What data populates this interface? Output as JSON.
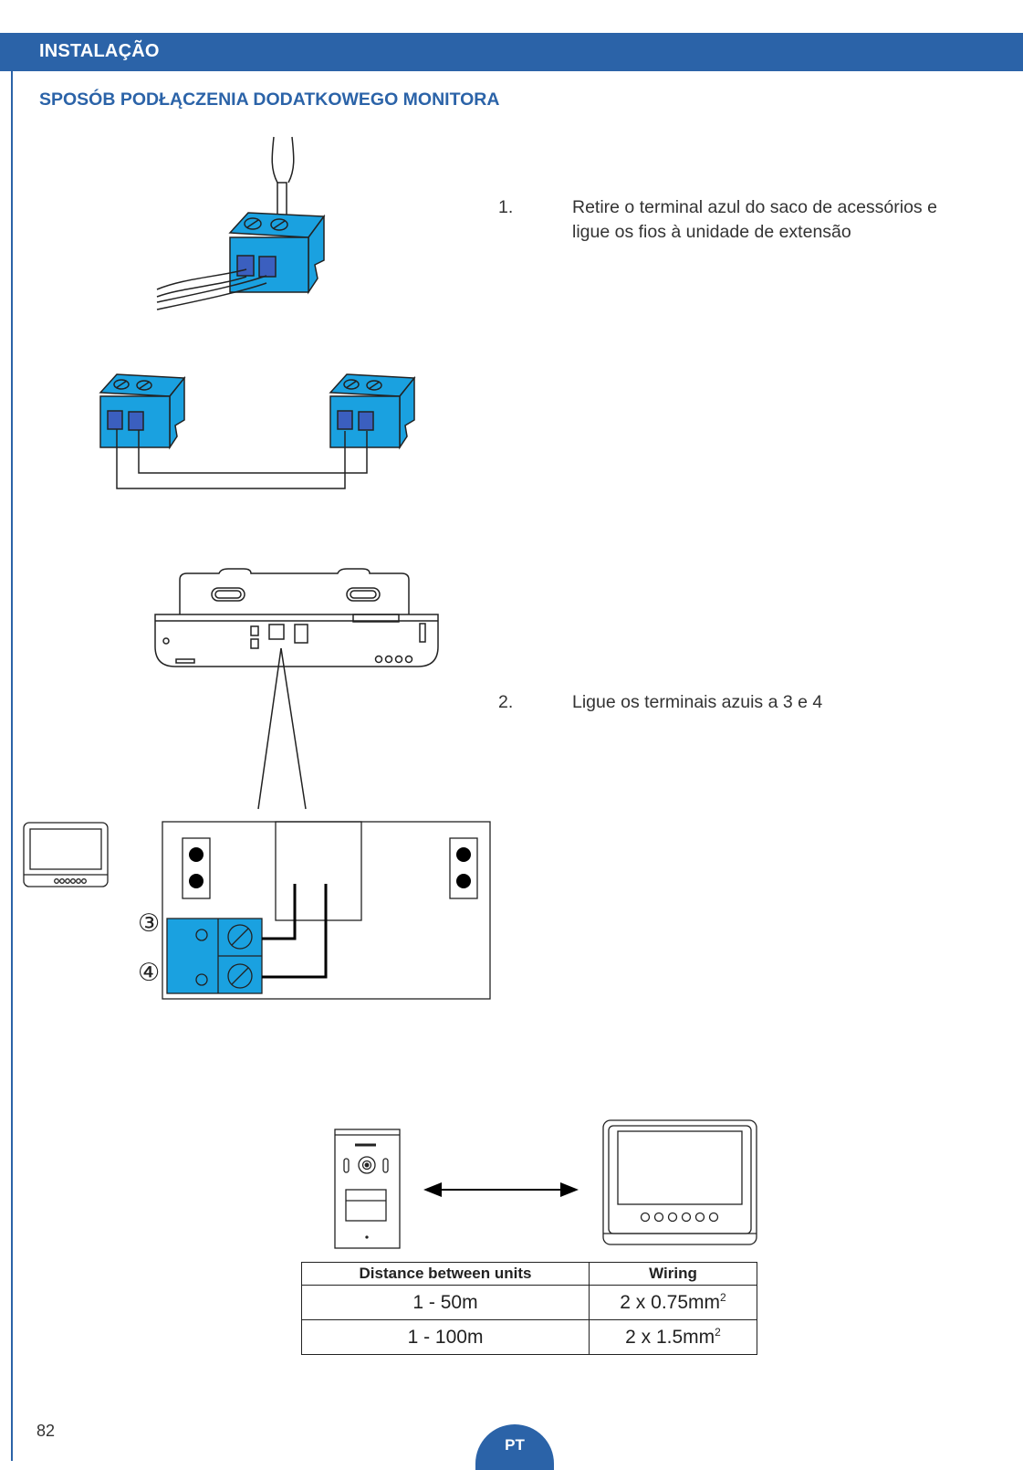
{
  "header": {
    "title": "INSTALAÇÃO"
  },
  "section": {
    "title": "SPOSÓB PODŁĄCZENIA DODATKOWEGO MONITORA"
  },
  "steps": [
    {
      "number": "1.",
      "text": "Retire o terminal azul do saco de acessórios e ligue os fios à unidade de extensão"
    },
    {
      "number": "2.",
      "text": "Ligue os terminais azuis a 3 e 4"
    }
  ],
  "diagram": {
    "terminal_labels": [
      "③",
      "④"
    ],
    "terminal_color": "#1aa1e0",
    "icons": [
      "screwdriver-icon",
      "terminal-block-icon",
      "monitor-icon",
      "door-station-icon",
      "double-arrow-icon"
    ]
  },
  "table": {
    "headers": [
      "Distance between units",
      "Wiring"
    ],
    "rows": [
      {
        "distance": "1 - 50m",
        "wiring": "2 x 0.75mm",
        "wiring_sup": "2"
      },
      {
        "distance": "1 - 100m",
        "wiring": "2 x 1.5mm",
        "wiring_sup": "2"
      }
    ]
  },
  "footer": {
    "page_number": "82",
    "language": "PT"
  },
  "colors": {
    "accent": "#2b63a8",
    "terminal": "#1aa1e0"
  }
}
